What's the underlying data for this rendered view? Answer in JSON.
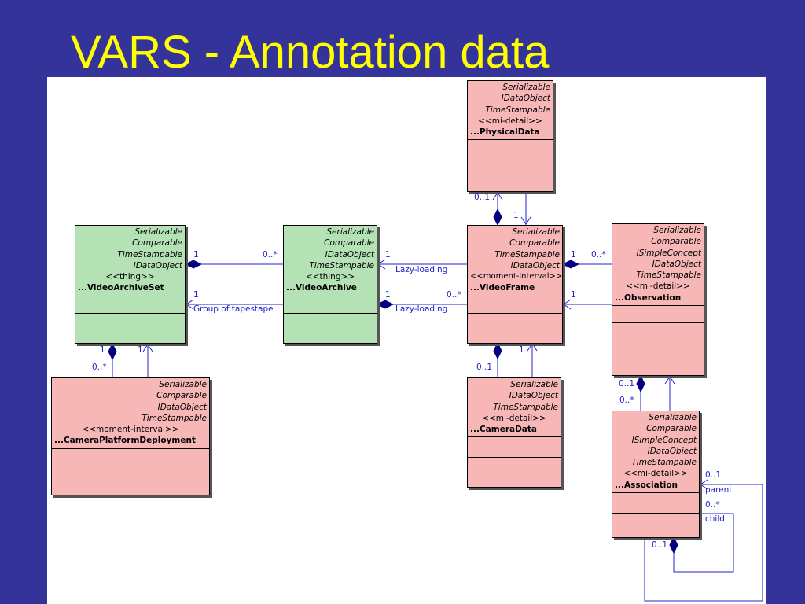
{
  "slide": {
    "title": "VARS - Annotation data"
  },
  "classes": {
    "physical_data": {
      "interfaces": [
        "Serializable",
        "IDataObject",
        "TimeStampable"
      ],
      "stereotype": "<<mi-detail>>",
      "name": "...PhysicalData"
    },
    "video_archive_set": {
      "interfaces": [
        "Serializable",
        "Comparable",
        "TimeStampable",
        "IDataObject"
      ],
      "stereotype": "<<thing>>",
      "name": "...VideoArchiveSet"
    },
    "video_archive": {
      "interfaces": [
        "Serializable",
        "Comparable",
        "IDataObject",
        "TimeStampable"
      ],
      "stereotype": "<<thing>>",
      "name": "...VideoArchive"
    },
    "video_frame": {
      "interfaces": [
        "Serializable",
        "Comparable",
        "TimeStampable",
        "IDataObject"
      ],
      "stereotype": "<<moment-interval>>",
      "name": "...VideoFrame"
    },
    "observation": {
      "interfaces": [
        "Serializable",
        "Comparable",
        "ISimpleConcept",
        "IDataObject",
        "TimeStampable"
      ],
      "stereotype": "<<mi-detail>>",
      "name": "...Observation"
    },
    "camera_platform_deployment": {
      "interfaces": [
        "Serializable",
        "Comparable",
        "IDataObject",
        "TimeStampable"
      ],
      "stereotype": "<<moment-interval>>",
      "name": "...CameraPlatformDeployment"
    },
    "camera_data": {
      "interfaces": [
        "Serializable",
        "IDataObject",
        "TimeStampable"
      ],
      "stereotype": "<<mi-detail>>",
      "name": "...CameraData"
    },
    "association": {
      "interfaces": [
        "Serializable",
        "Comparable",
        "ISimpleConcept",
        "IDataObject",
        "TimeStampable"
      ],
      "stereotype": "<<mi-detail>>",
      "name": "...Association"
    }
  },
  "labels": {
    "vas_va_1": "1",
    "vas_va_many": "0..*",
    "va_vas_1": "1",
    "group_of_tapes": "Group of tapestape",
    "va_vf_1": "1",
    "lazy_loading_top": "Lazy-loading",
    "va_vf_1b": "1",
    "vf_va_many": "0..*",
    "lazy_loading_bottom": "Lazy-loading",
    "vf_obs_1": "1",
    "vf_obs_many": "0..*",
    "obs_vf_1": "1",
    "pd_vf_01": "0..1",
    "vf_pd_1": "1",
    "vf_cd_01": "0..1",
    "cd_vf_1": "1",
    "vas_cpd_1": "1",
    "vas_cpd_1b": "1",
    "cpd_many": "0..*",
    "obs_assoc_01": "0..1",
    "obs_assoc_many": "0..*",
    "self_01": "0..1",
    "parent": "parent",
    "self_many": "0..*",
    "child": "child",
    "self_01b": "0..1"
  }
}
